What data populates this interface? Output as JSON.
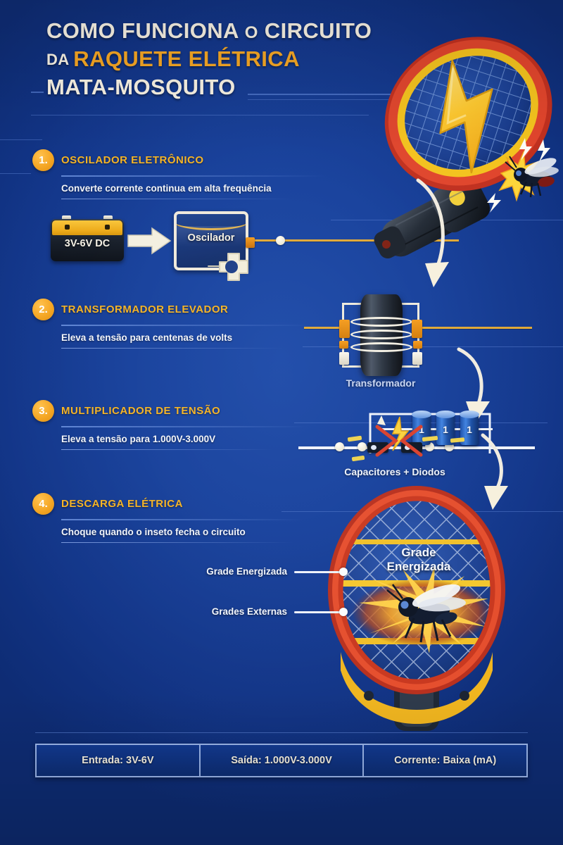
{
  "title": {
    "line1_a": "COMO FUNCIONA ",
    "line1_o": "O",
    "line1_b": " CIRCUITO",
    "line2_da": "DA ",
    "line2_hl": "RAQUETE ELÉTRICA",
    "line3": "MATA-MOSQUITO"
  },
  "steps": [
    {
      "number": "1.",
      "title": "OSCILADOR ELETRÔNICO",
      "subtitle": "Converte corrente continua em alta frequência"
    },
    {
      "number": "2.",
      "title": "TRANSFORMADOR ELEVADOR",
      "subtitle": "Eleva a tensão para centenas de volts"
    },
    {
      "number": "3.",
      "title": "MULTIPLICADOR DE TENSÃO",
      "subtitle": "Eleva a tensão para 1.000V-3.000V"
    },
    {
      "number": "4.",
      "title": "DESCARGA ELÉTRICA",
      "subtitle": "Choque quando o inseto fecha o circuito"
    }
  ],
  "diagram": {
    "battery_label": "3V-6V DC",
    "oscillator_label": "Oscilador",
    "transformer_caption": "Transformador",
    "capacitors_caption": "Capacitores + Diodos",
    "capacitor_value": "1",
    "grid_label_line1": "Grade",
    "grid_label_line2": "Energizada"
  },
  "callouts": {
    "energized_grid": "Grade Energizada",
    "external_grids": "Grades Externas"
  },
  "specs": [
    {
      "label": "Entrada: 3V-6V"
    },
    {
      "label": "Saída: 1.000V-3.000V"
    },
    {
      "label": "Corrente: Baixa (mA)"
    }
  ],
  "colors": {
    "background": "#12348a",
    "accent_yellow": "#f5b324",
    "accent_orange": "#f5a623",
    "racket_red": "#d93b2b",
    "cream": "#f7f1e3",
    "line_blue": "#5f86d8"
  }
}
